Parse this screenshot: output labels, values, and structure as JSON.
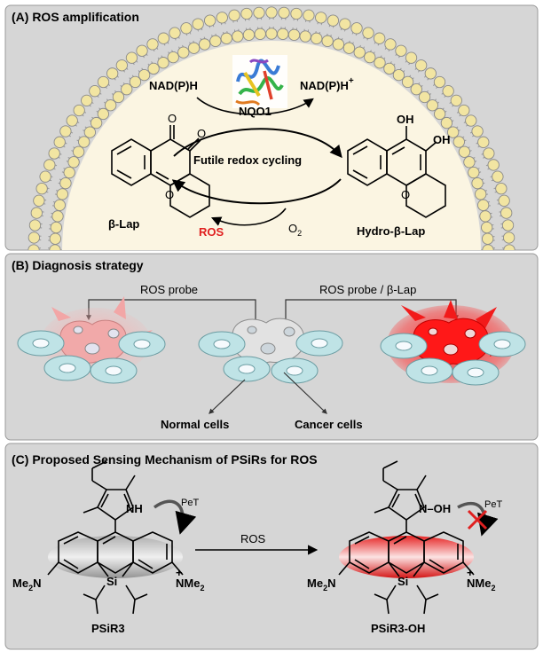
{
  "panel_a": {
    "title": "(A) ROS amplification",
    "nadph_left": "NAD(P)H",
    "nadph_right": "NAD(P)H",
    "nadph_right_sup": "+",
    "enzyme": "NQO1",
    "cycle_label": "Futile redox cycling",
    "beta_lap": "β-Lap",
    "hydro_beta_lap": "Hydro-β-Lap",
    "ros": "ROS",
    "o2": "O",
    "o2_sub": "2",
    "oh1": "OH",
    "oh2": "OH",
    "o_a": "O",
    "o_b": "O",
    "o_ring_left": "O",
    "o_ring_right": "O"
  },
  "panel_b": {
    "title": "(B) Diagnosis strategy",
    "probe_left": "ROS probe",
    "probe_right": "ROS probe / β-Lap",
    "normal_cells": "Normal cells",
    "cancer_cells": "Cancer cells"
  },
  "panel_c": {
    "title": "(C) Proposed Sensing Mechanism of PSiRs for ROS",
    "pet_left": "PeT",
    "pet_right": "PeT",
    "nh": "NH",
    "n_oh": "N",
    "oh": "–OH",
    "ros_arrow": "ROS",
    "me2n_left": "Me",
    "me2n_left_sub": "2",
    "me2n_left_n": "N",
    "nme2_left": "NMe",
    "nme2_left_sub": "2",
    "plus_left": "+",
    "me2n_right": "Me",
    "me2n_right_sub": "2",
    "me2n_right_n": "N",
    "nme2_right": "NMe",
    "nme2_right_sub": "2",
    "plus_right": "+",
    "si_left": "Si",
    "si_right": "Si",
    "compound_left": "PSiR3",
    "compound_right": "PSiR3-OH"
  },
  "colors": {
    "panel_bg": "#d6d6d6",
    "cell_interior": "#fbf5e2",
    "lipid_head": "#f2e5a2",
    "normal_cell": "#bfe3e6",
    "ros_red": "#e02020",
    "probe_pink": "#f3a0a0"
  }
}
